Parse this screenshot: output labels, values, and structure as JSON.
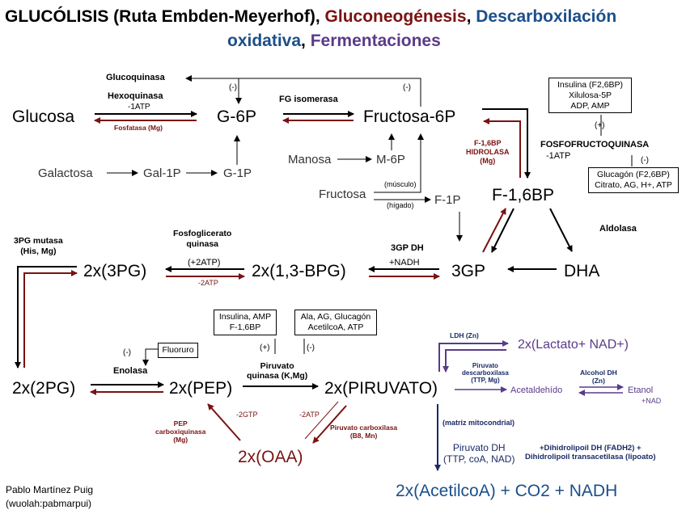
{
  "title": {
    "part1": "GLUCÓLISIS (Ruta Embden-Meyerhof),",
    "part2": "Gluconeogénesis",
    "part3": ",",
    "part4": "Descarboxilación",
    "part5": "oxidativa",
    "part6": ",",
    "part7": "Fermentaciones"
  },
  "colors": {
    "glycolysis": "#000000",
    "gluconeogenesis": "#7a1212",
    "oxidative_decarboxylation": "#1c4f8a",
    "fermentation": "#5b3a8a"
  },
  "nodes": {
    "glucosa": "Glucosa",
    "g6p": "G-6P",
    "fructosa6p": "Fructosa-6P",
    "galactosa": "Galactosa",
    "gal1p": "Gal-1P",
    "g1p": "G-1P",
    "manosa": "Manosa",
    "m6p": "M-6P",
    "fructosa": "Fructosa",
    "f1p": "F-1P",
    "f16bp": "F-1,6BP",
    "pg3": "2x(3PG)",
    "bpg13": "2x(1,3-BPG)",
    "gp3": "3GP",
    "dha": "DHA",
    "pg2": "2x(2PG)",
    "pep": "2x(PEP)",
    "piruvato": "2x(PIRUVATO)",
    "oaa": "2x(OAA)",
    "lactato": "2x(Lactato+ NAD+)",
    "acetaldehido": "Acetaldehído",
    "etanol": "Etanol",
    "nad": "+NAD",
    "acetilcoa": "2x(AcetilcoA) + CO2 + NADH"
  },
  "enzymes": {
    "glucoquinasa": "Glucoquinasa",
    "hexoquinasa": "Hexoquinasa",
    "atp1": "-1ATP",
    "fosfatasa": "Fosfatasa (Mg)",
    "fg_isomerasa": "FG isomerasa",
    "minus1": "(-)",
    "minus2": "(-)",
    "f16bp_hidrolasa": "F-1,6BP\nHIDROLASA\n(Mg)",
    "fosfofructoquinasa": "FOSFOFRUCTOQUINASA",
    "atp2": "-1ATP",
    "plus1": "(+)",
    "minus3": "(-)",
    "musculo": "(músculo)",
    "higado": "(hígado)",
    "aldolasa": "Aldolasa",
    "mutasa": "3PG mutasa\n(His, Mg)",
    "fosfoglicerato_quinasa": "Fosfoglicerato\nquinasa",
    "atp_plus2": "(+2ATP)",
    "atp_minus2": "-2ATP",
    "gp3_dh": "3GP DH",
    "nadh_plus": "+NADH",
    "minus4": "(-)",
    "fluoruro": "Fluoruro",
    "enolasa": "Enolasa",
    "plus2": "(+)",
    "minus5": "(-)",
    "piruvato_quinasa": "Piruvato\nquinasa (K,Mg)",
    "gtp2": "-2GTP",
    "atp2b": "-2ATP",
    "pep_carboxiquinasa": "PEP\ncarboxiquinasa\n(Mg)",
    "piruvato_carboxilasa": "Piruvato carboxilasa\n(B8, Mn)",
    "ldh": "LDH (Zn)",
    "piruvato_descarboxilasa": "Piruvato\ndescarboxilasa\n(TTP, Mg)",
    "alcohol_dh": "Alcohol DH\n(Zn)",
    "matriz": "(matriz mitocondrial)",
    "piruvato_dh": "Piruvato DH\n(TTP, coA, NAD)",
    "dihidrolipoil": "+Dihidrolipoil DH (FADH2) +\nDihidrolipoil transacetilasa (lipoato)"
  },
  "boxes": {
    "insulina_f26bp": "Insulina (F2,6BP)\nXilulosa-5P\nADP, AMP",
    "glucagon": "Glucagón (F2,6BP)\nCitrato, AG, H+, ATP",
    "insulina_amp": "Insulina, AMP\nF-1,6BP",
    "ala_ag": "Ala, AG, Glucagón\nAcetilcoA, ATP"
  },
  "credits": {
    "author": "Pablo Martínez Puig",
    "handle": "(wuolah:pabmarpui)"
  }
}
